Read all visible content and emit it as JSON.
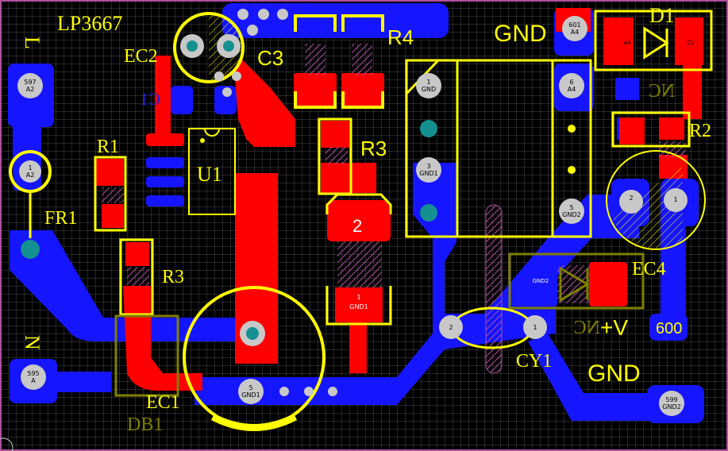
{
  "colors": {
    "background": "#000000",
    "grid": "#4a4a4a",
    "top_copper": "#ff0000",
    "bottom_copper": "#1515ff",
    "silkscreen": "#ffff00",
    "overlay": "#7f7f00",
    "pad": "#c8c8c8",
    "via": "#149090",
    "hatch": "#b04fa0"
  },
  "silkscreen": {
    "board_name": "LP3667",
    "ec2": "EC2",
    "c3": "C3",
    "r4": "R4",
    "gnd_top": "GND",
    "d1": "D1",
    "r1": "R1",
    "u1": "U1",
    "r3_upper": "R3",
    "fr1": "FR1",
    "r3_lower": "R3",
    "r2": "R2",
    "ec4": "EC4",
    "cy1": "CY1",
    "gnd_bottom": "GND",
    "ec1": "EC1",
    "db1": "DB1",
    "plus_v": "+V",
    "l_mark": "L",
    "n_mark": "N",
    "c1_mirror": "C1",
    "nc_upper": "NC",
    "nc_lower": "NC",
    "pad_2": "2",
    "p600": "600"
  },
  "pads": {
    "p597": "597",
    "a2_top": "A2",
    "p1_fr": "1",
    "a2_fr": "A2",
    "p1_gnd_a": "1",
    "gnd_a": "GND",
    "p3_gnd1": "3",
    "gnd1_a": "GND1",
    "p601": "601",
    "a4_top": "A4",
    "p6": "6",
    "a4_b": "A4",
    "p5_gnd2": "5",
    "gnd2_a": "GND2",
    "p1_gnd1": "1",
    "gnd1_b": "GND1",
    "p2_cy": "2",
    "p1_cy": "1",
    "p595": "595",
    "a_595": "A",
    "p5_gnd1": "5",
    "gnd1_c": "GND1",
    "p599": "599",
    "gnd2_b": "GND2",
    "gnd_d2": "GND2",
    "p2_ec4": "2",
    "p1_ec4": "1",
    "a4_d1": "A4",
    "cv_d1": "CV"
  }
}
